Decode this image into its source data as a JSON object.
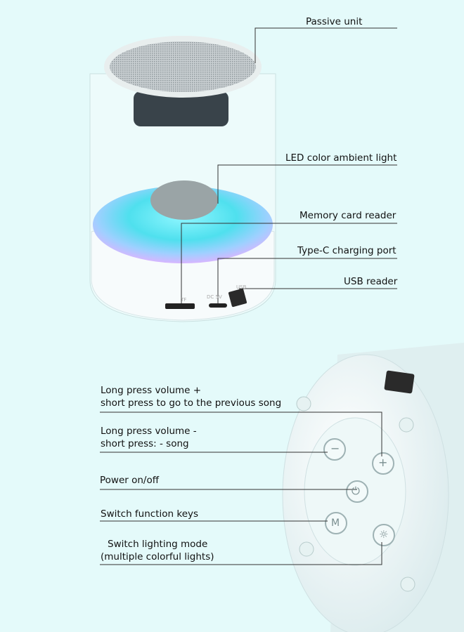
{
  "top_callouts": [
    {
      "label": "Passive unit"
    },
    {
      "label": "LED color ambient light"
    },
    {
      "label": "Memory card reader"
    },
    {
      "label": "Type-C charging port"
    },
    {
      "label": "USB reader"
    }
  ],
  "port_labels": {
    "tf": "TF",
    "dc": "DC 5V",
    "usb": "USB"
  },
  "bottom_callouts": [
    {
      "line1": "Long press volume +",
      "line2": "short press to go to the previous song"
    },
    {
      "line1": "Long press volume -",
      "line2": "short press: - song"
    },
    {
      "line1": "Power on/off"
    },
    {
      "line1": "Switch function keys"
    },
    {
      "line1": "Switch lighting mode",
      "line2": "(multiple colorful lights)"
    }
  ],
  "button_glyphs": {
    "minus": "−",
    "plus": "+",
    "power": "⏻",
    "mode": "M",
    "light": "☼"
  },
  "colors": {
    "background": "#e4fafa",
    "led_cyan": "#5ee8f0",
    "led_purple": "#c9a8ff",
    "body": "#f4fbfb"
  }
}
